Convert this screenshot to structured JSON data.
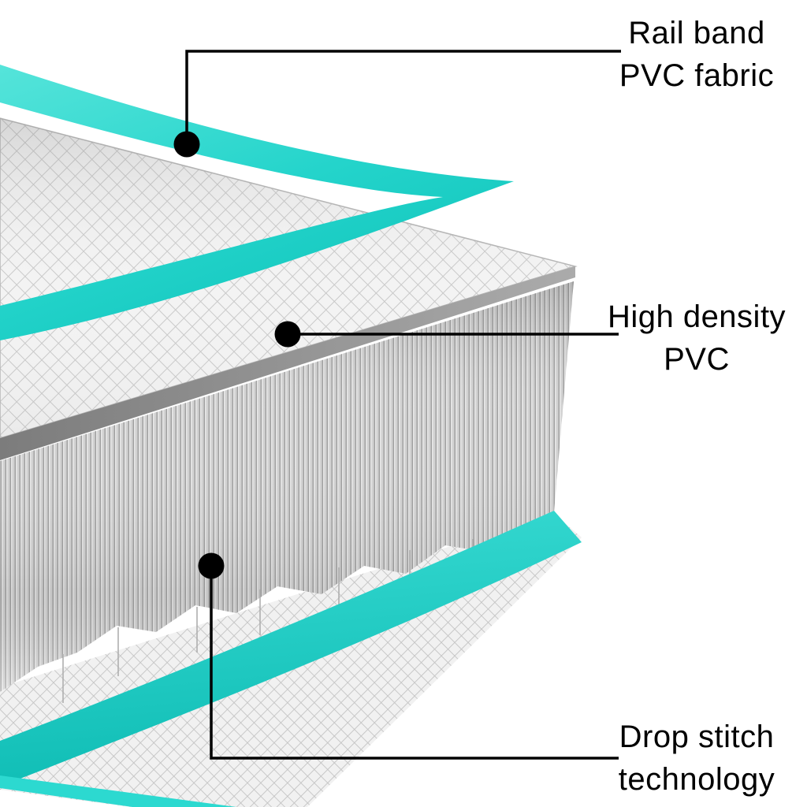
{
  "colors": {
    "teal": "#2CD9D0",
    "teal_deep": "#0FC0B8",
    "mesh_line": "#C9C9C9",
    "mesh_bg": "#F3F3F3",
    "edge_gray": "#878787",
    "thread_gray": "#A5A5A5",
    "callout_black": "#000000",
    "background": "#FFFFFF"
  },
  "callouts": [
    {
      "id": "rail-band",
      "line1": "Rail band",
      "line2": "PVC fabric"
    },
    {
      "id": "high-density",
      "line1": "High density",
      "line2": "PVC"
    },
    {
      "id": "drop-stitch",
      "line1": "Drop stitch",
      "line2": "technology"
    }
  ]
}
